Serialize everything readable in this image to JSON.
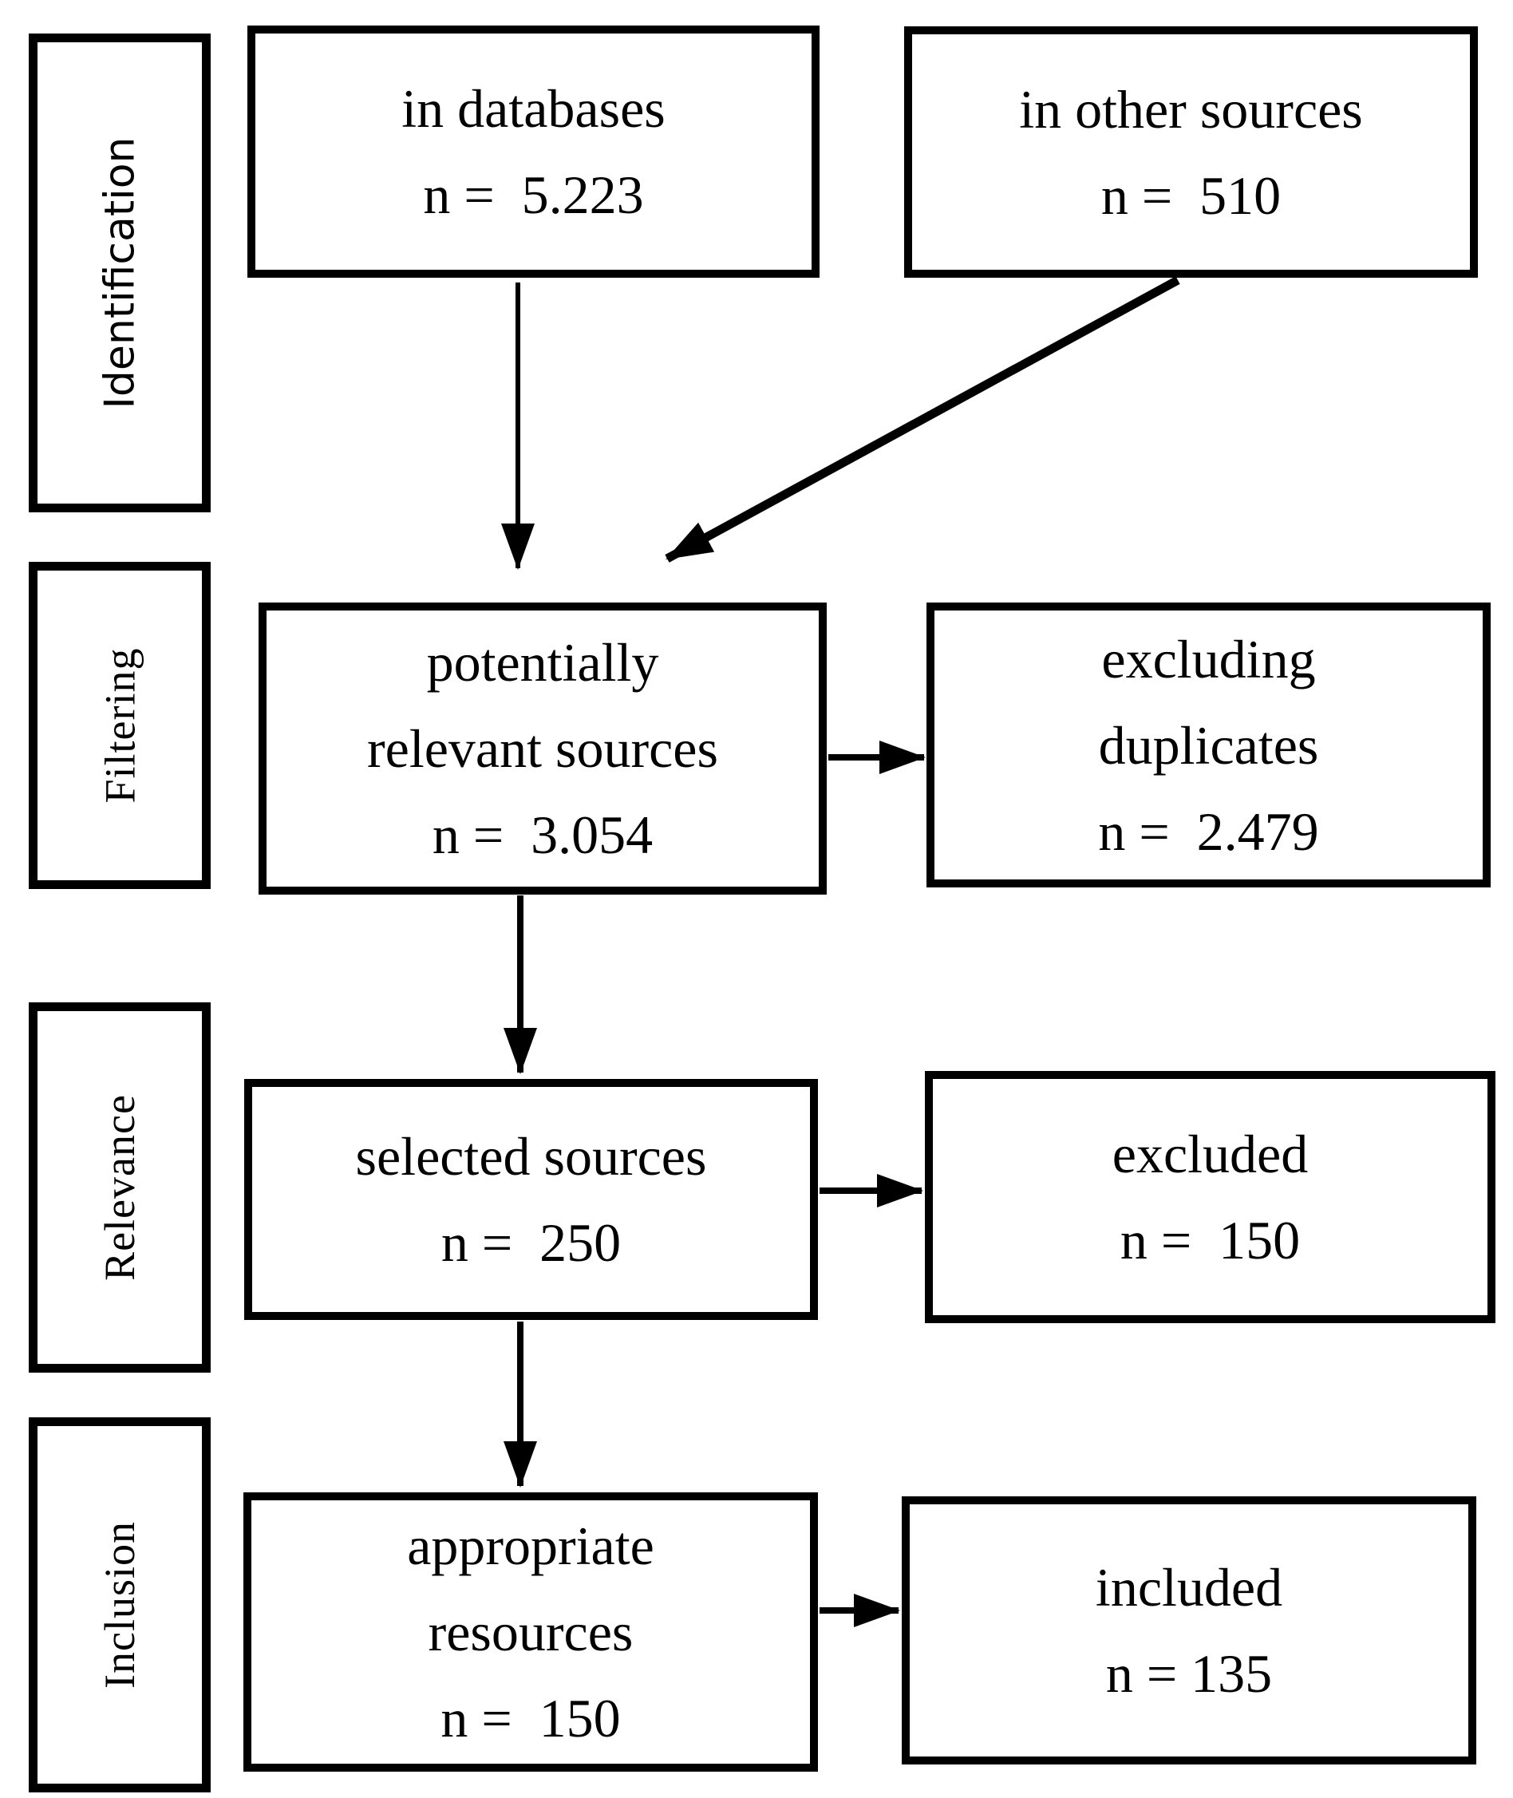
{
  "diagram": {
    "title": "literature selection flow diagram",
    "colors": {
      "background": "#ffffff",
      "line": "#000000",
      "text": "#000000"
    },
    "stages": [
      {
        "id": "identification",
        "label": "Identification"
      },
      {
        "id": "filtering",
        "label": "Filtering"
      },
      {
        "id": "relevance",
        "label": "Relevance"
      },
      {
        "id": "inclusion",
        "label": "Inclusion"
      }
    ],
    "nodes": [
      {
        "id": "in-databases",
        "stage": "identification",
        "count": 5223,
        "lines": [
          "in databases",
          "n =  5.223"
        ]
      },
      {
        "id": "in-other-sources",
        "stage": "identification",
        "count": 510,
        "lines": [
          "in other sources",
          "n =  510"
        ]
      },
      {
        "id": "potentially-relevant-sources",
        "stage": "filtering",
        "count": 3054,
        "lines": [
          "potentially",
          "relevant sources",
          "n =  3.054"
        ]
      },
      {
        "id": "excluding-duplicates",
        "stage": "filtering",
        "count": 2479,
        "lines": [
          "excluding",
          "duplicates",
          "n =  2.479"
        ]
      },
      {
        "id": "selected-sources",
        "stage": "relevance",
        "count": 250,
        "lines": [
          "selected sources",
          "n =  250"
        ]
      },
      {
        "id": "excluded",
        "stage": "relevance",
        "count": 150,
        "lines": [
          "excluded",
          "n =  150"
        ]
      },
      {
        "id": "appropriate-resources",
        "stage": "inclusion",
        "count": 150,
        "lines": [
          "appropriate",
          "resources",
          "n =  150"
        ]
      },
      {
        "id": "included",
        "stage": "inclusion",
        "count": 135,
        "lines": [
          "included",
          "n = 135"
        ]
      }
    ],
    "edges": [
      {
        "from": "in-databases",
        "to": "potentially-relevant-sources"
      },
      {
        "from": "in-other-sources",
        "to": "potentially-relevant-sources"
      },
      {
        "from": "potentially-relevant-sources",
        "to": "excluding-duplicates"
      },
      {
        "from": "potentially-relevant-sources",
        "to": "selected-sources"
      },
      {
        "from": "selected-sources",
        "to": "excluded"
      },
      {
        "from": "selected-sources",
        "to": "appropriate-resources"
      },
      {
        "from": "appropriate-resources",
        "to": "included"
      }
    ]
  }
}
